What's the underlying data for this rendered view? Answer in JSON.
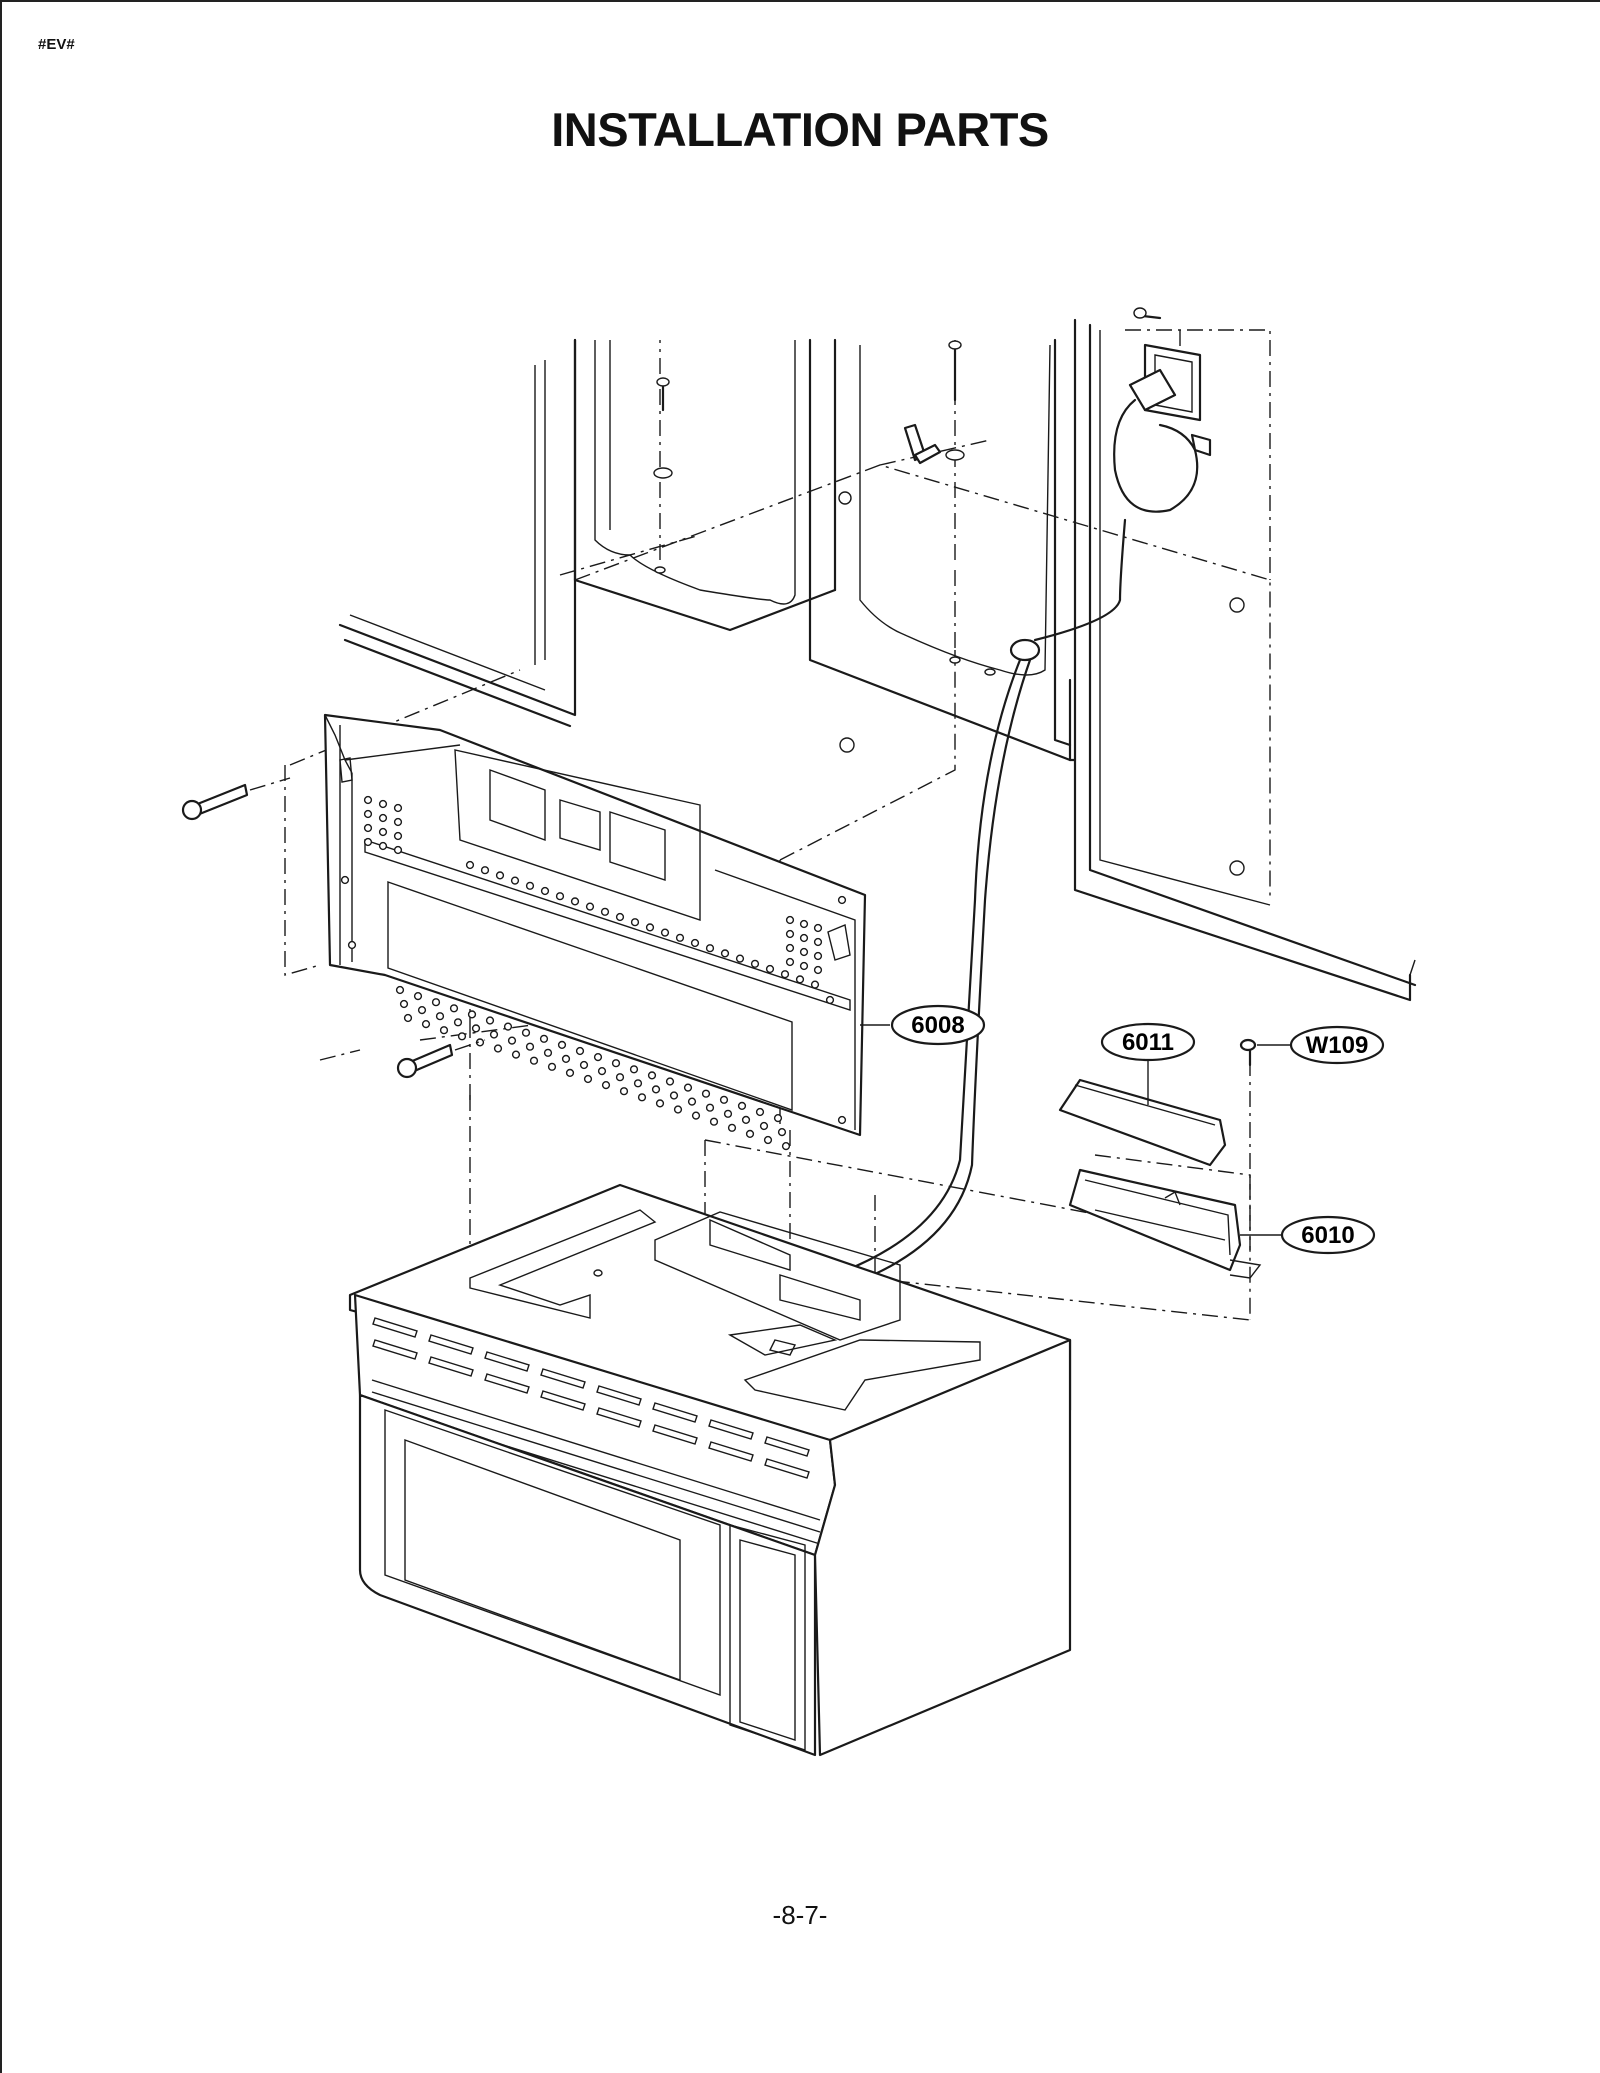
{
  "header_tag": "#EV#",
  "title": "INSTALLATION PARTS",
  "page_number": "-8-7-",
  "part_callouts": [
    {
      "id": "6008"
    },
    {
      "id": "6011"
    },
    {
      "id": "W109"
    },
    {
      "id": "6010"
    }
  ]
}
